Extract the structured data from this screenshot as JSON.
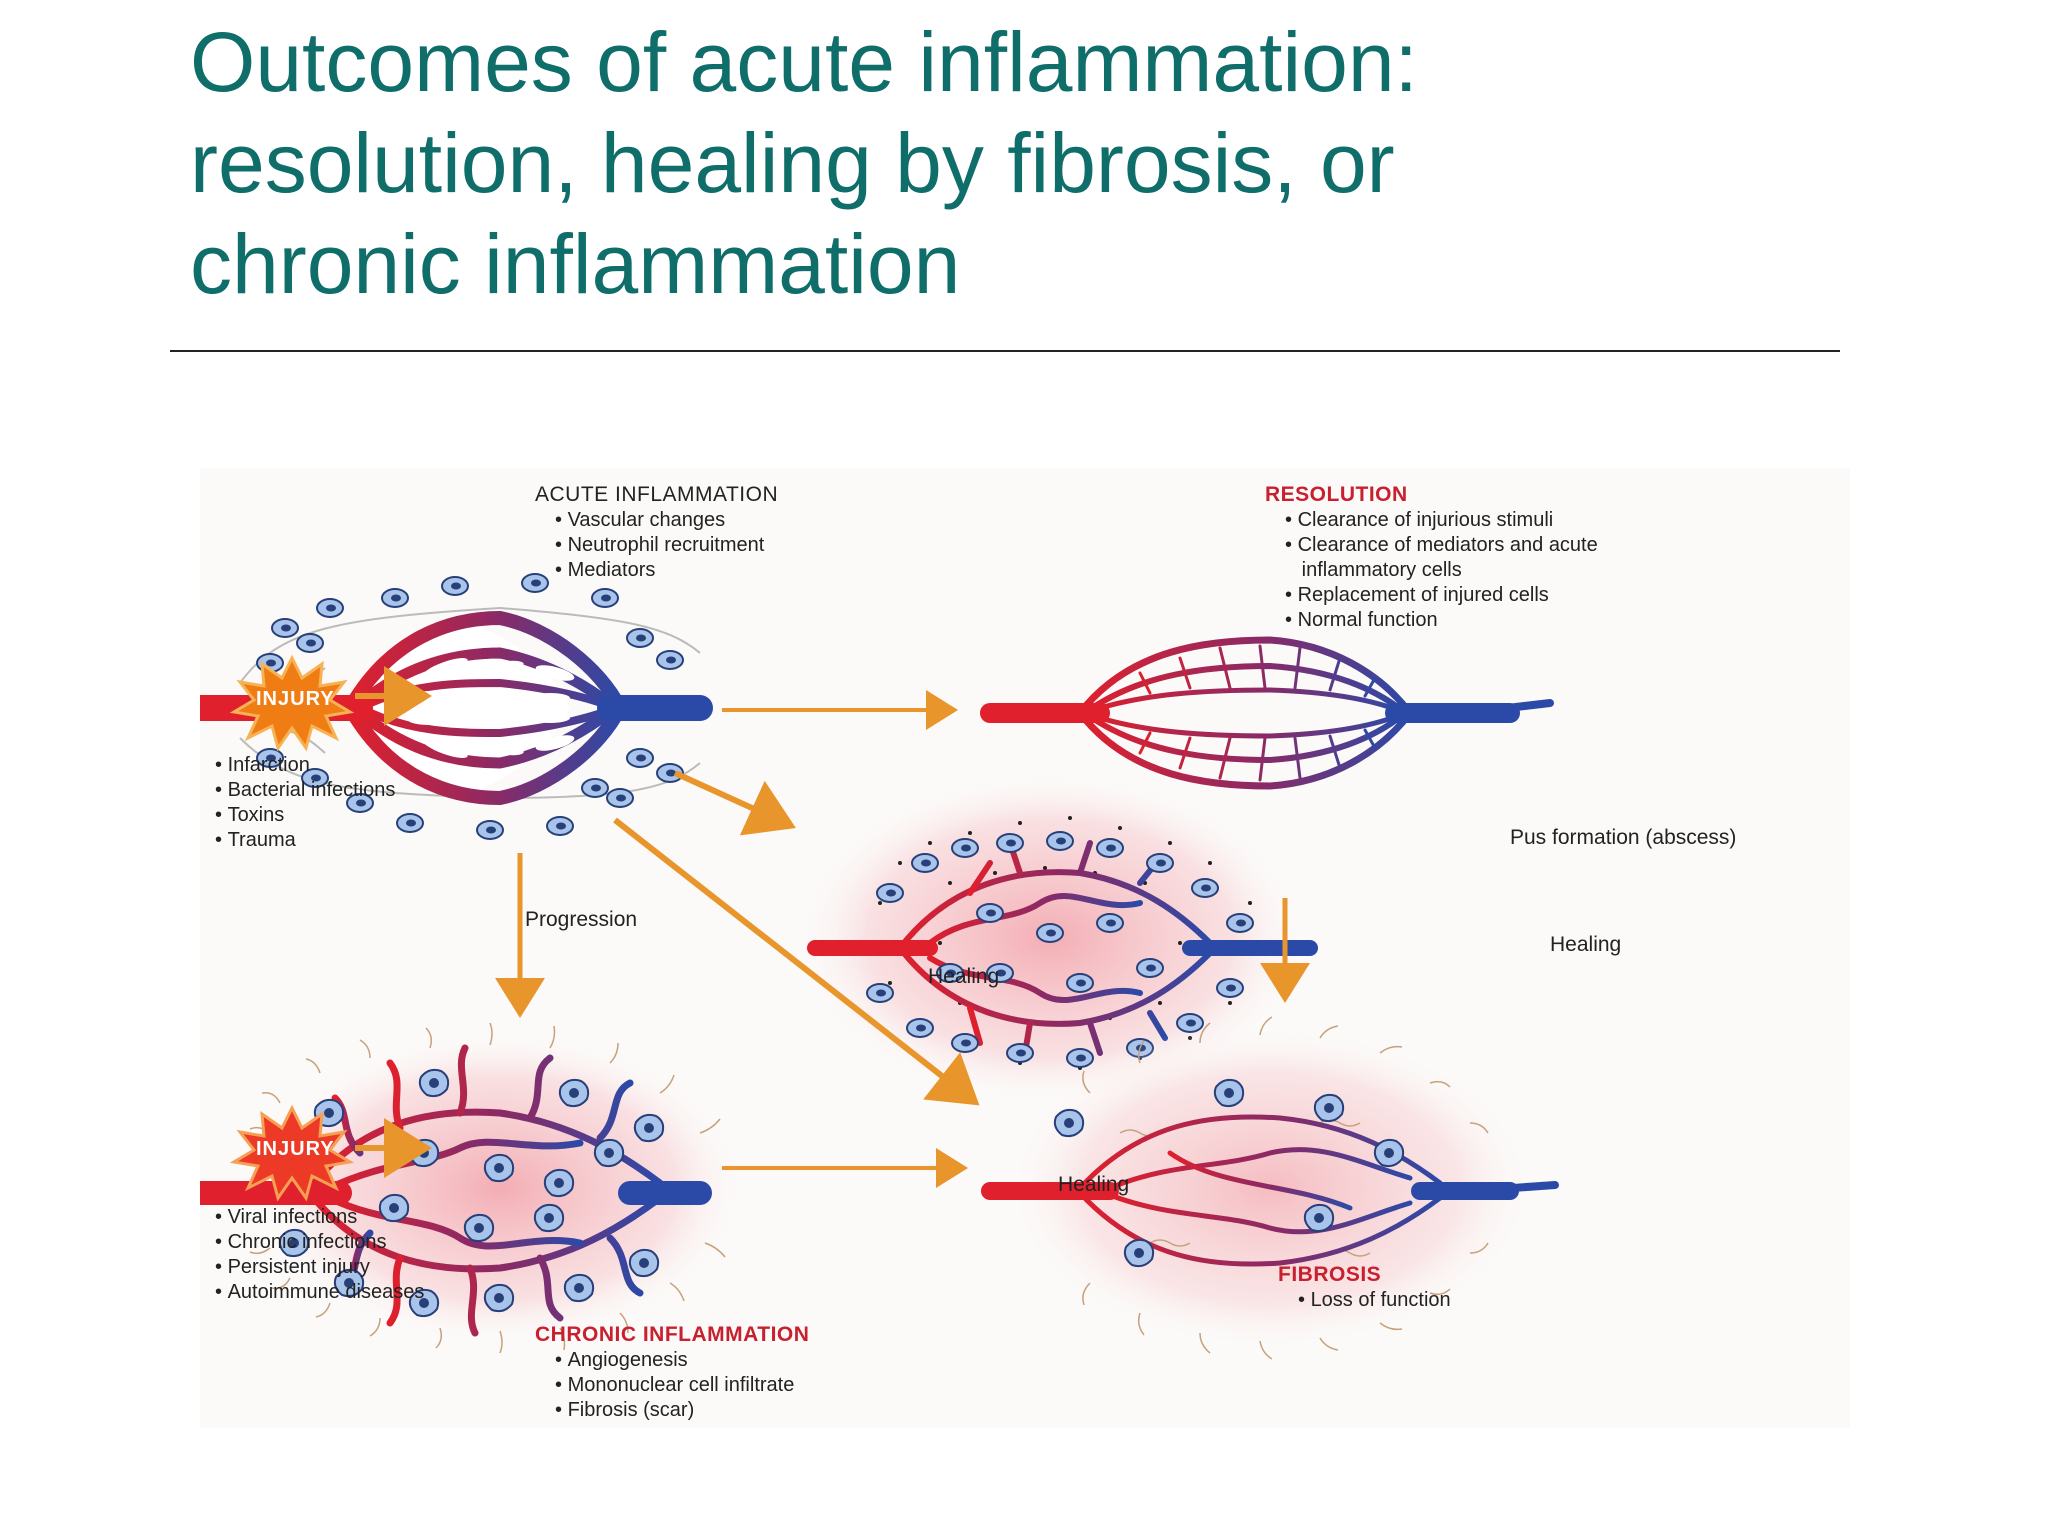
{
  "title": {
    "line1": "Outcomes of acute inflammation:",
    "line2": "resolution, healing by fibrosis, or",
    "line3": "chronic inflammation"
  },
  "acute": {
    "heading": "ACUTE INFLAMMATION",
    "items": [
      "Vascular changes",
      "Neutrophil recruitment",
      "Mediators"
    ]
  },
  "injury_top": {
    "label": "INJURY",
    "items": [
      "Infarction",
      "Bacterial infections",
      "Toxins",
      "Trauma"
    ]
  },
  "resolution": {
    "heading": "RESOLUTION",
    "items": [
      "Clearance of injurious stimuli",
      "Clearance of mediators and acute",
      "inflammatory cells",
      "Replacement of injured cells",
      "Normal function"
    ]
  },
  "abscess": {
    "label": "Pus formation (abscess)"
  },
  "arrows": {
    "progression": "Progression",
    "healing_diag": "Healing",
    "healing_right": "Healing",
    "healing_bottom": "Healing"
  },
  "injury_bottom": {
    "label": "INJURY",
    "items": [
      "Viral infections",
      "Chronic infections",
      "Persistent injury",
      "Autoimmune diseases"
    ]
  },
  "chronic": {
    "heading": "CHRONIC INFLAMMATION",
    "items": [
      "Angiogenesis",
      "Mononuclear cell infiltrate",
      "Fibrosis (scar)"
    ]
  },
  "fibrosis": {
    "heading": "FIBROSIS",
    "items": [
      "Loss of function"
    ]
  },
  "colors": {
    "title": "#0f6d6a",
    "arrow": "#e8952c",
    "injury": "#f07d14",
    "artery": "#e0202c",
    "vein": "#2b4aa8",
    "heading_red": "#c8202e"
  }
}
